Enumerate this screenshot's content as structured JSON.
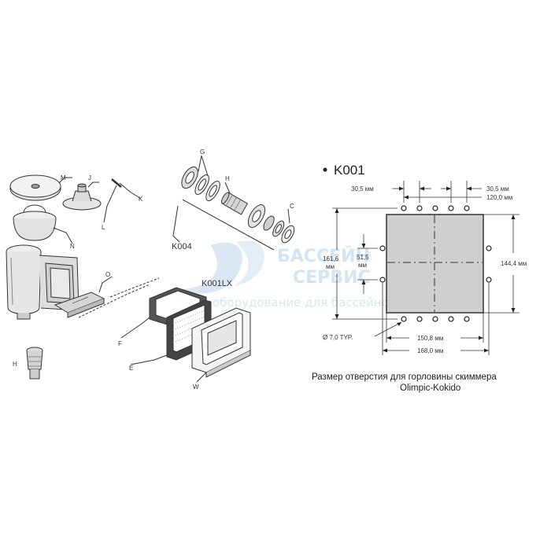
{
  "watermark": {
    "line1": "БАССЕЙН",
    "line2": "СЕРВИС",
    "line3": "оборудование для бассейнов"
  },
  "skimmer_labels": {
    "m": "M",
    "j": "J",
    "k": "K",
    "l": "L",
    "n": "N",
    "o": "O",
    "h": "H"
  },
  "fitting_labels": {
    "g": "G",
    "h": "H",
    "c": "C",
    "k004": "K004"
  },
  "frame_labels": {
    "k001lx": "K001LX",
    "f": "F",
    "e": "E",
    "w": "W"
  },
  "drawing": {
    "title": "K001",
    "dim_top_left": "30,5 мм",
    "dim_top_right": "30,5 мм",
    "dim_top_right2": "120,0 мм",
    "dim_left_outer_value": "161,6",
    "dim_left_outer_unit": "мм",
    "dim_left_inner_value": "51,5",
    "dim_left_inner_unit": "мм",
    "dim_right": "144,4 мм",
    "dim_hole": "Ø 7,0 TYP.",
    "dim_bottom_inner": "150,8 мм",
    "dim_bottom_outer": "168,0 мм"
  },
  "caption": {
    "line1": "Размер отверстия для горловины скиммера",
    "line2": "Olimpic-Kokido"
  }
}
